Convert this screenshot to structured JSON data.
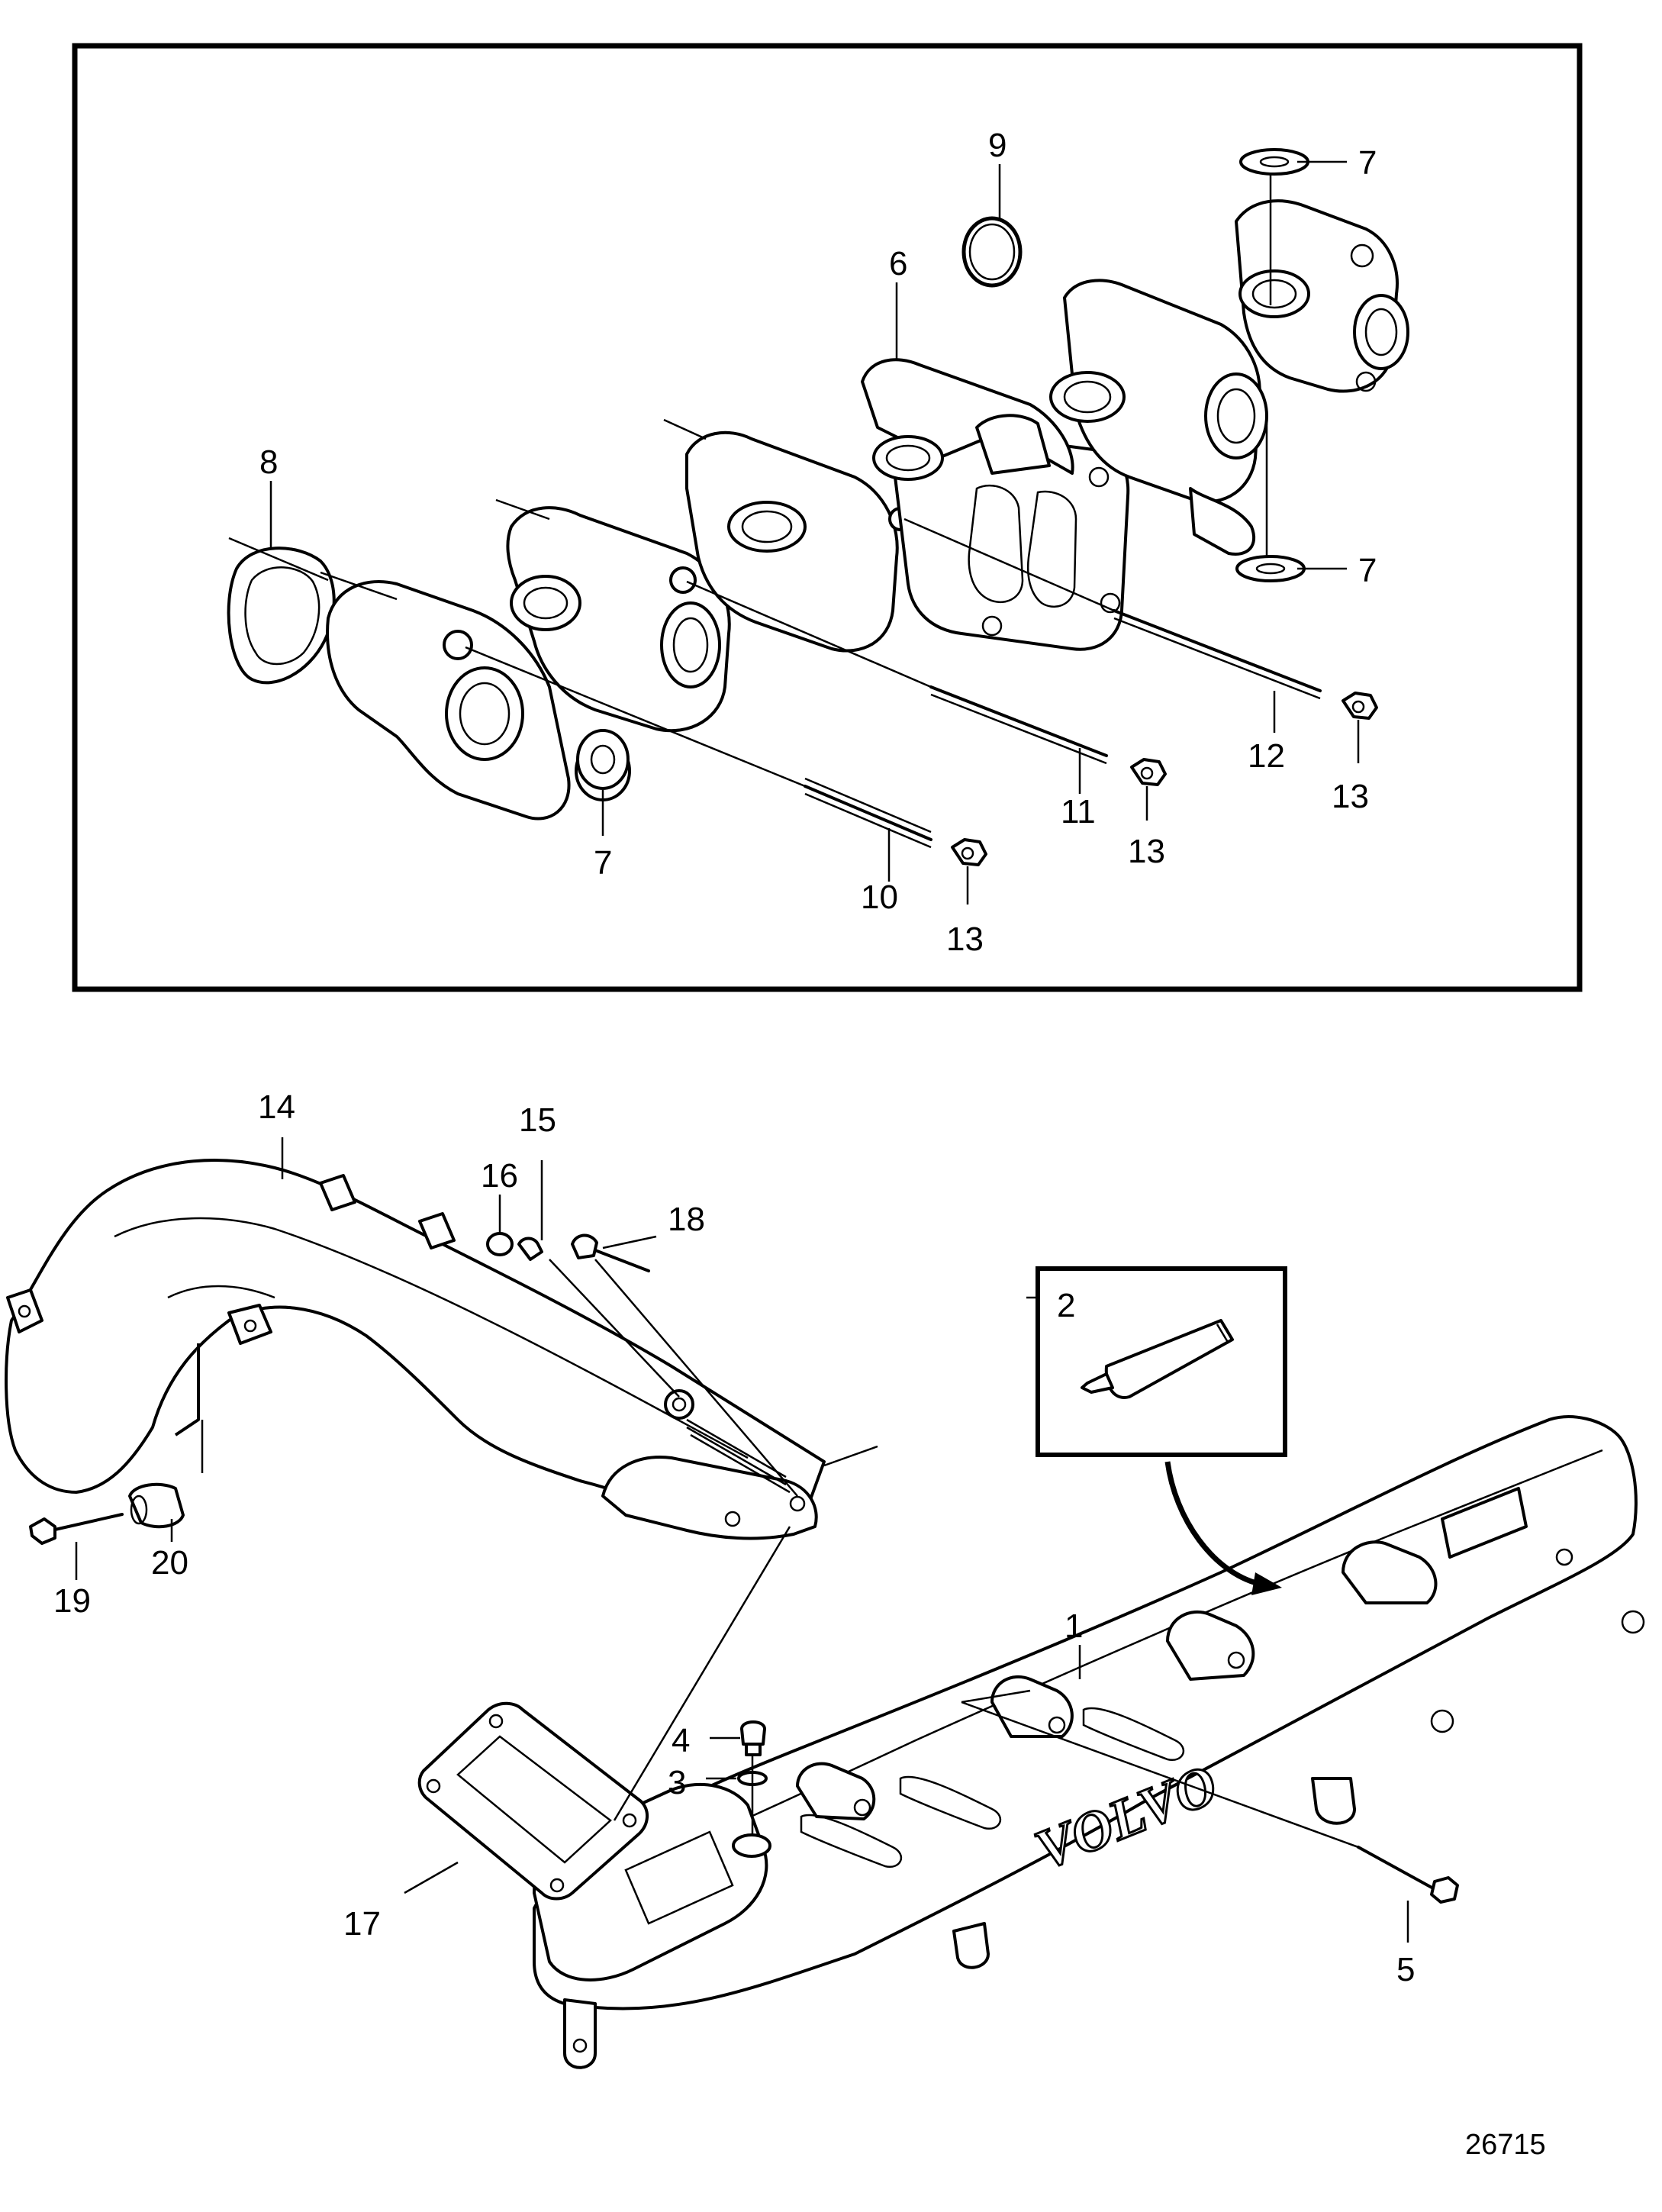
{
  "callouts": {
    "c1": "1",
    "c2": "2",
    "c3": "3",
    "c4": "4",
    "c5": "5",
    "c6": "6",
    "c7a": "7",
    "c7b": "7",
    "c7c": "7",
    "c8": "8",
    "c9": "9",
    "c10": "10",
    "c11": "11",
    "c12": "12",
    "c13a": "13",
    "c13b": "13",
    "c13c": "13",
    "c14": "14",
    "c15": "15",
    "c16": "16",
    "c17": "17",
    "c18": "18",
    "c19": "19",
    "c20": "20"
  },
  "brand_text": "VOLVO",
  "drawing_number": "26715",
  "icons": {
    "exhaust_manifold": "exhaust-manifold-icon",
    "intake_manifold": "intake-manifold-icon",
    "sealant_tube": "sealant-tube-icon"
  },
  "colors": {
    "line": "#000000",
    "background": "#ffffff"
  }
}
